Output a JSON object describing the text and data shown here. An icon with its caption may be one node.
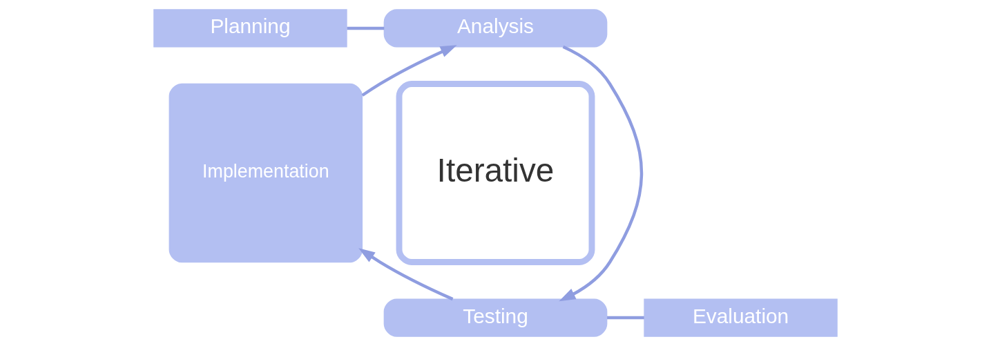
{
  "diagram": {
    "nodes": [
      {
        "text": [
          "Planning"
        ]
      },
      {
        "text": [
          "Analysis"
        ]
      },
      {
        "text": [
          "Testing"
        ]
      },
      {
        "text": [
          "Implementation"
        ]
      },
      {
        "text": [
          "Evaluation"
        ]
      },
      {
        "text": [
          "Iterative"
        ]
      }
    ],
    "edges": [
      {
        "from": 0,
        "to": 1,
        "arrow": "none"
      },
      {
        "from": 1,
        "to": 2,
        "arrow": "to"
      },
      {
        "from": 2,
        "to": 3,
        "arrow": "to"
      },
      {
        "from": 3,
        "to": 1,
        "arrow": "to"
      },
      {
        "from": 2,
        "to": 4,
        "arrow": "none"
      }
    ]
  }
}
